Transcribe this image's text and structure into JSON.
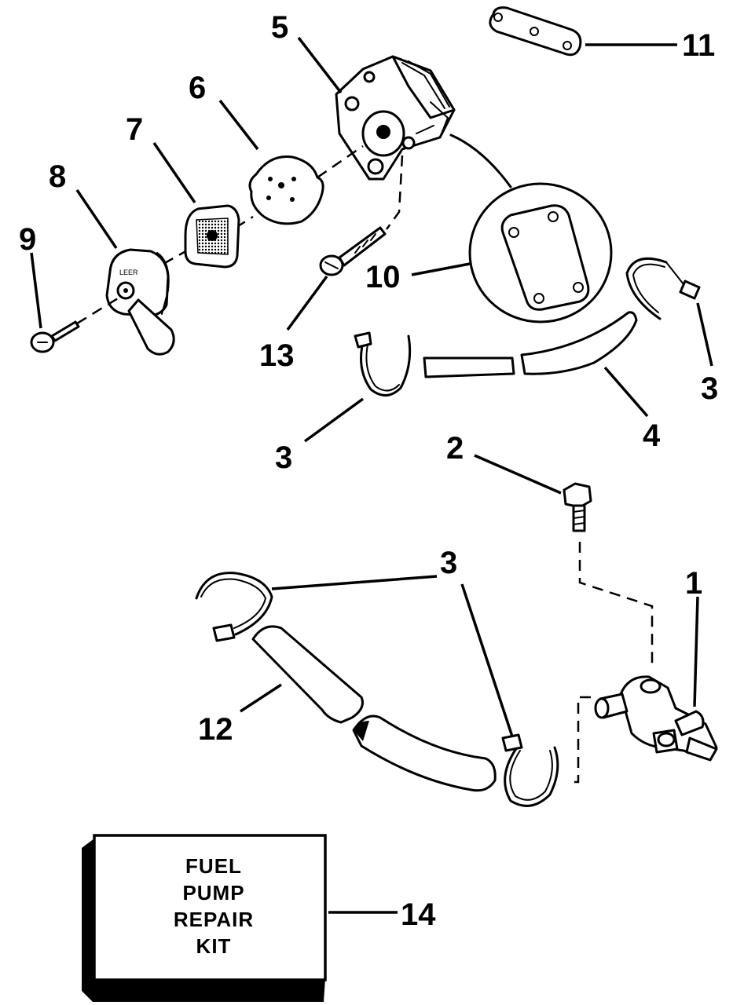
{
  "callouts": {
    "c1": "1",
    "c2": "2",
    "c3a": "3",
    "c3b": "3",
    "c3c": "3",
    "c4": "4",
    "c5": "5",
    "c6": "6",
    "c7": "7",
    "c8": "8",
    "c9": "9",
    "c10": "10",
    "c11": "11",
    "c12": "12",
    "c13": "13",
    "c14": "14"
  },
  "kit_box": {
    "line1": "FUEL",
    "line2": "PUMP",
    "line3": "REPAIR",
    "line4": "KIT"
  }
}
